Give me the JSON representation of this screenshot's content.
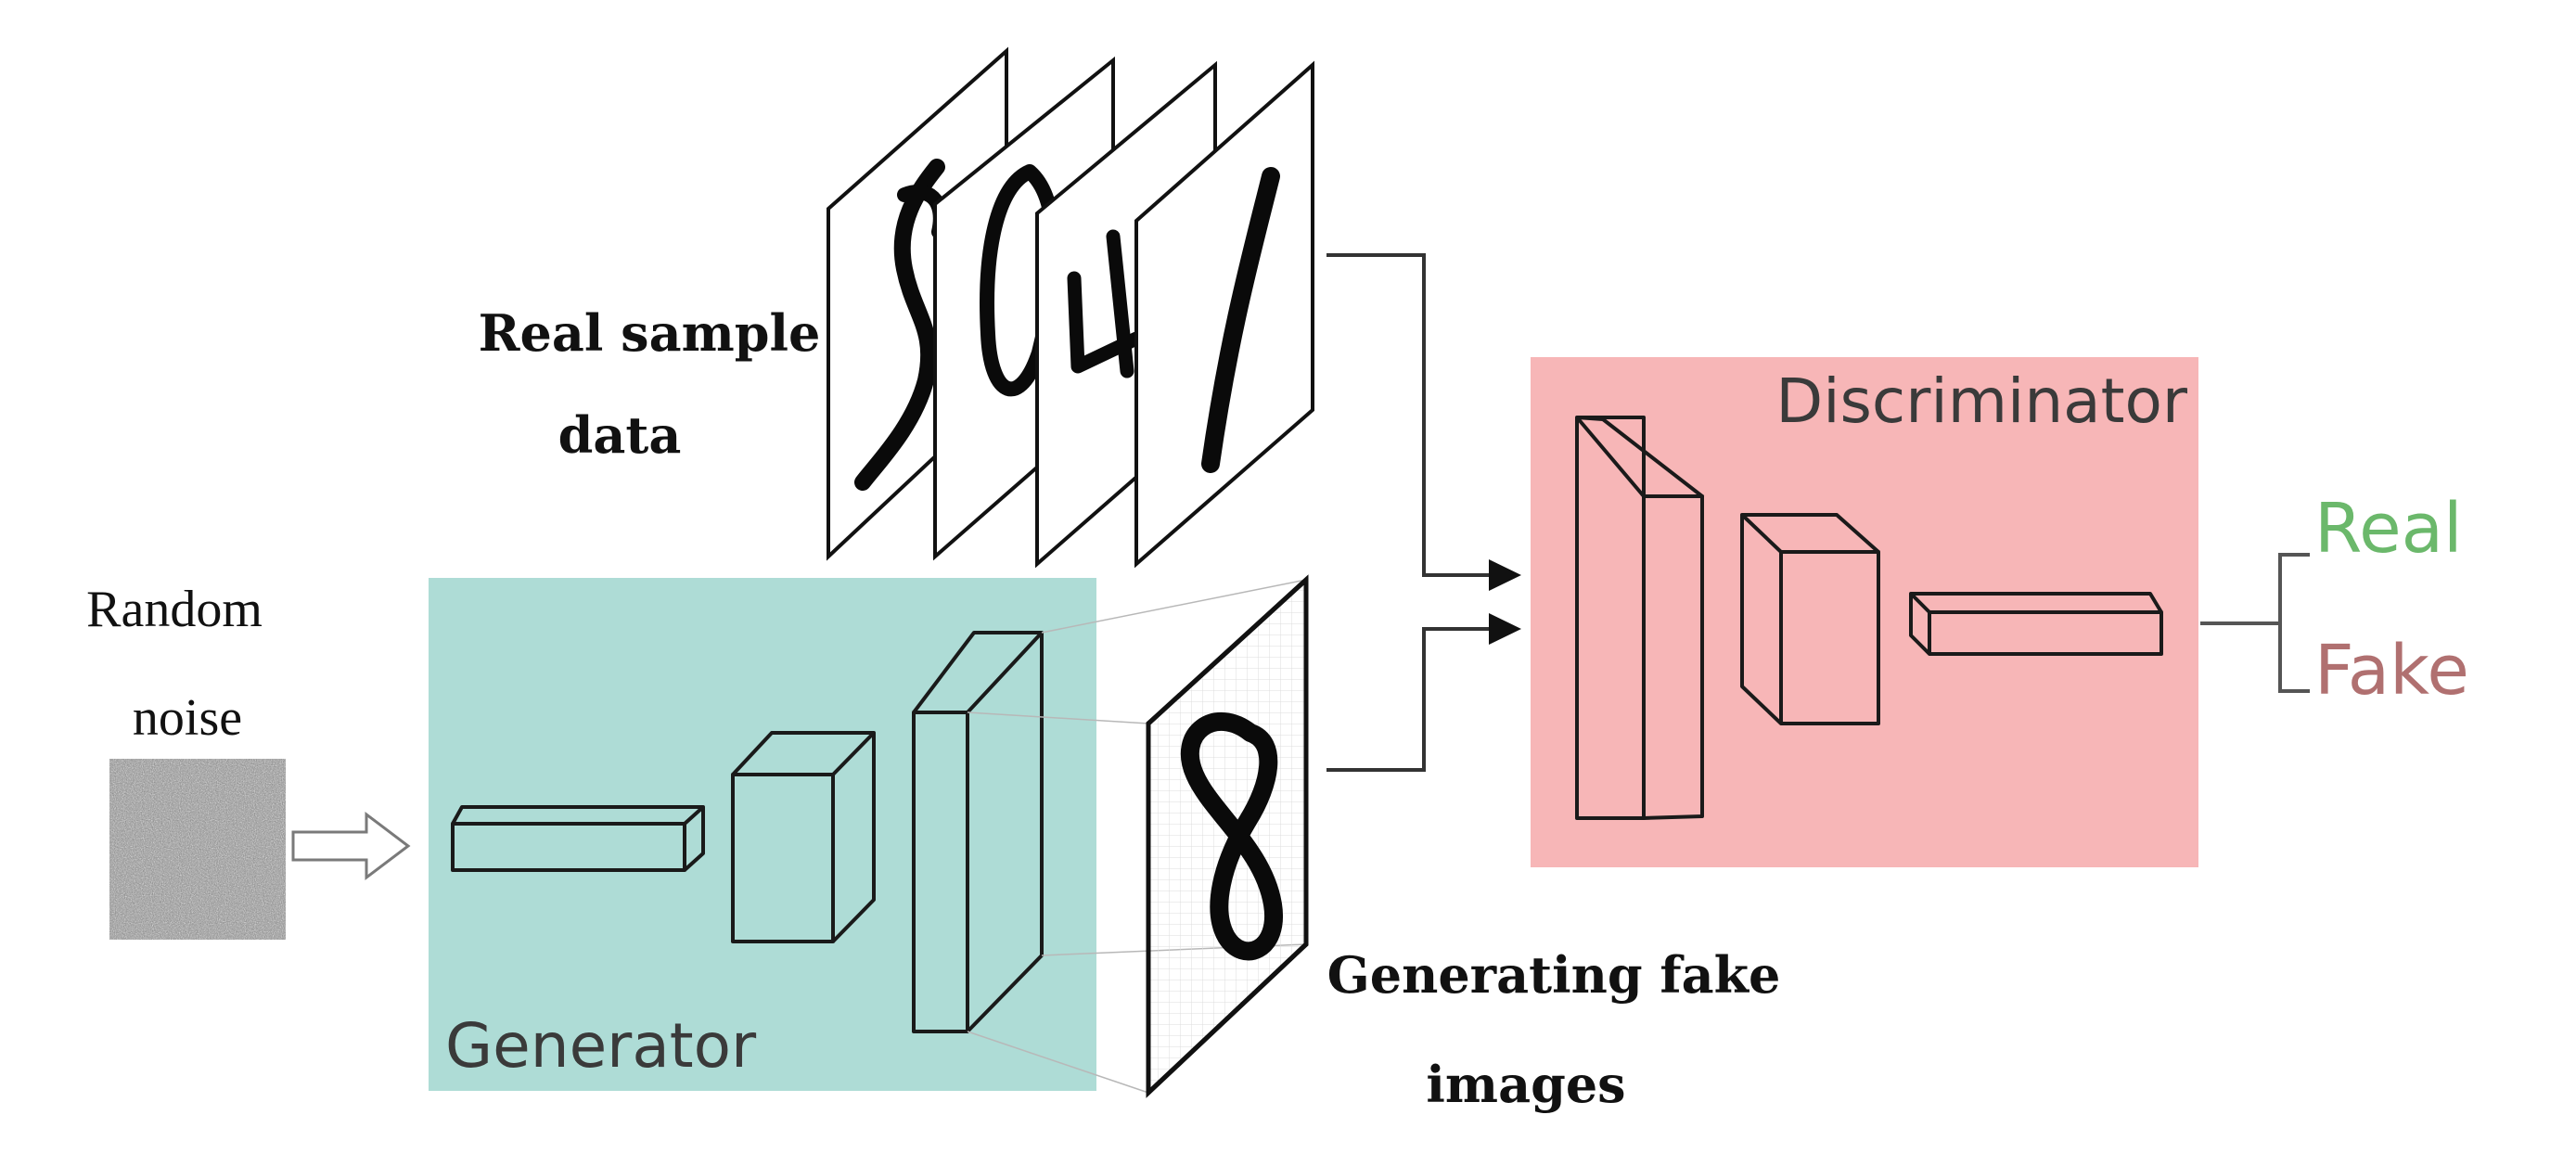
{
  "colors": {
    "generator_bg": "#aedcd6",
    "discriminator_bg": "#f7b6b7",
    "real_label": "#6bb86b",
    "fake_label": "#b07070",
    "block_label": "#3a3a3a"
  },
  "labels": {
    "random_noise_line1": "Random",
    "random_noise_line2": "noise",
    "real_sample_line1": "Real sample",
    "real_sample_line2": "data",
    "generating_fake_line1": "Generating fake",
    "generating_fake_line2": "images",
    "generator": "Generator",
    "discriminator": "Discriminator",
    "output_real": "Real",
    "output_fake": "Fake"
  },
  "icons": {
    "noise": "noise-patch-icon",
    "arrow": "hollow-right-arrow-icon"
  }
}
